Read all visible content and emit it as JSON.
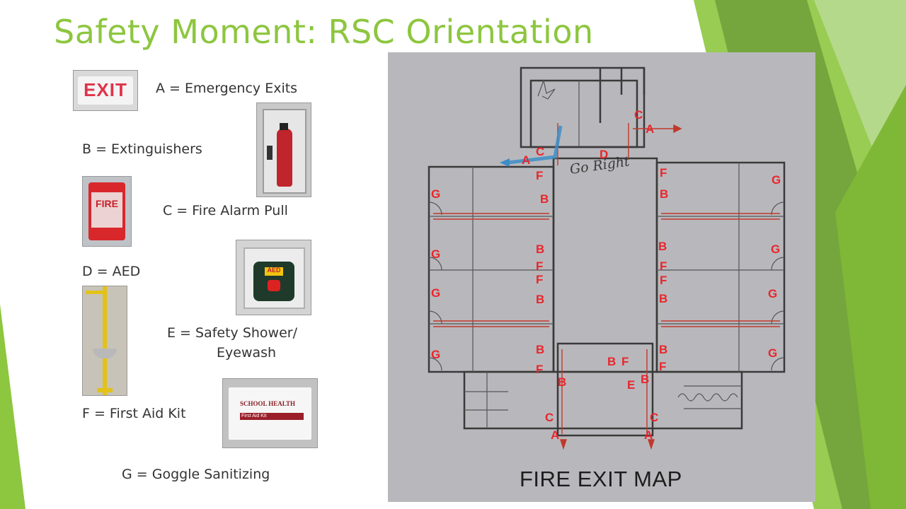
{
  "slide": {
    "title": "Safety Moment: RSC Orientation",
    "accent_color": "#8dc63f"
  },
  "legend": {
    "a": "A = Emergency Exits",
    "b": "B = Extinguishers",
    "c": "C = Fire Alarm Pull",
    "d": "D = AED",
    "e_line1": "E = Safety Shower/",
    "e_line2": "Eyewash",
    "f": "F = First Aid Kit",
    "g": "G = Goggle Sanitizing"
  },
  "photos": {
    "exit_sign": "EXIT",
    "alarm_pull": "FIRE",
    "aed": "AED",
    "first_aid_brand": "SCHOOL HEALTH",
    "first_aid_label": "First Aid Kit"
  },
  "map": {
    "caption": "FIRE EXIT MAP",
    "handwriting": "Go Right",
    "markers": [
      {
        "letter": "C"
      },
      {
        "letter": "A"
      },
      {
        "letter": "C"
      },
      {
        "letter": "A"
      },
      {
        "letter": "D"
      },
      {
        "letter": "F"
      },
      {
        "letter": "F"
      },
      {
        "letter": "G"
      },
      {
        "letter": "B"
      },
      {
        "letter": "B"
      },
      {
        "letter": "G"
      },
      {
        "letter": "G"
      },
      {
        "letter": "B"
      },
      {
        "letter": "B"
      },
      {
        "letter": "G"
      },
      {
        "letter": "F"
      },
      {
        "letter": "F"
      },
      {
        "letter": "F"
      },
      {
        "letter": "F"
      },
      {
        "letter": "G"
      },
      {
        "letter": "B"
      },
      {
        "letter": "B"
      },
      {
        "letter": "G"
      },
      {
        "letter": "B"
      },
      {
        "letter": "B"
      },
      {
        "letter": "G"
      },
      {
        "letter": "G"
      },
      {
        "letter": "B"
      },
      {
        "letter": "F"
      },
      {
        "letter": "F"
      },
      {
        "letter": "F"
      },
      {
        "letter": "B"
      },
      {
        "letter": "E"
      },
      {
        "letter": "B"
      },
      {
        "letter": "C"
      },
      {
        "letter": "C"
      },
      {
        "letter": "A"
      },
      {
        "letter": "A"
      }
    ]
  }
}
